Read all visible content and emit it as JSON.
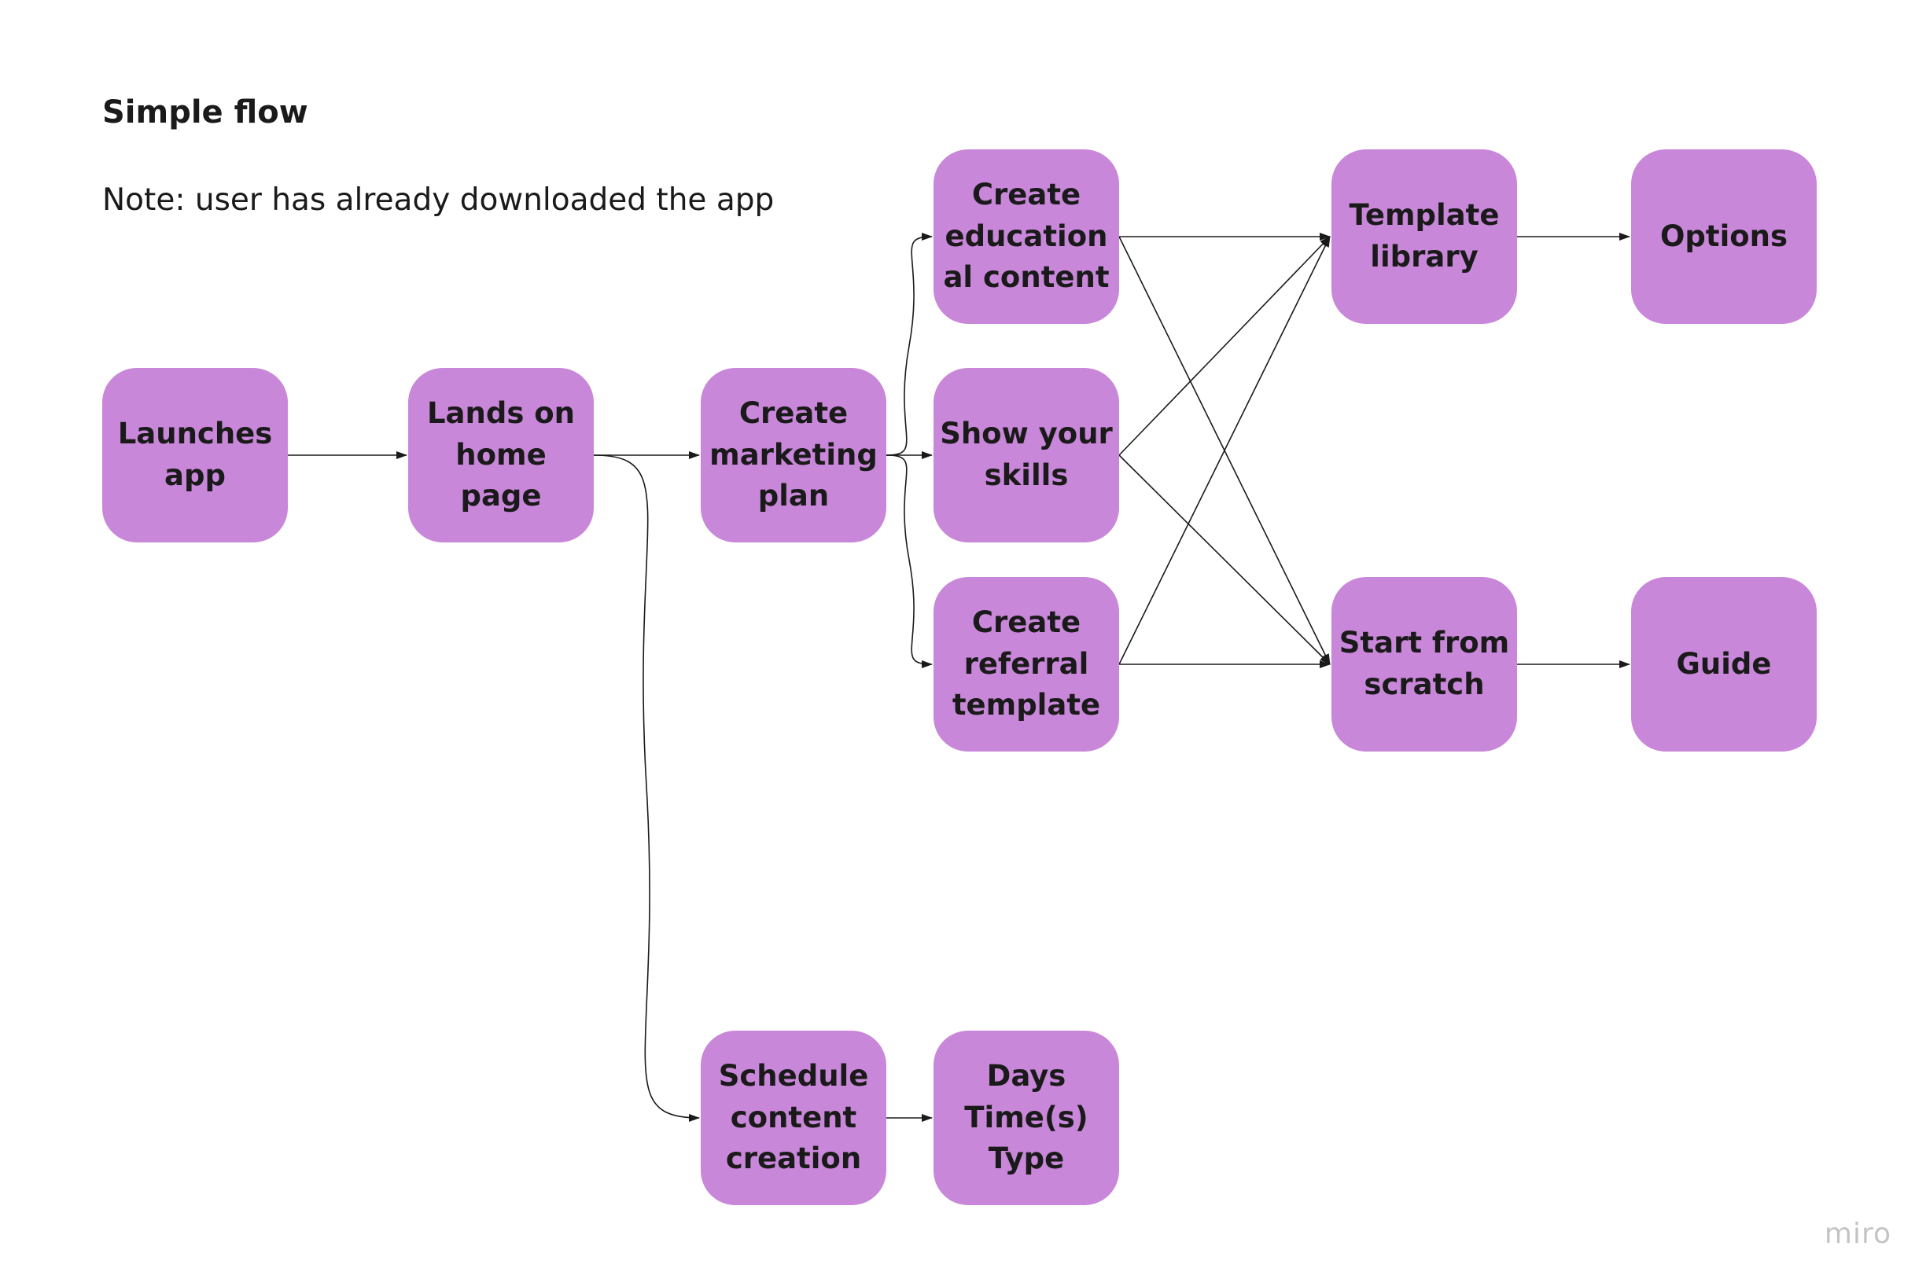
{
  "title": "Simple flow",
  "note": "Note: user has already downloaded the app",
  "colors": {
    "node_fill": "#c987d9",
    "edge": "#1a1a1a",
    "text": "#1a1a1a"
  },
  "nodes": {
    "launches": "Launches\napp",
    "home": "Lands on\nhome\npage",
    "marketing": "Create\nmarketing\nplan",
    "education": "Create\neducation\nal content",
    "skills": "Show your\nskills",
    "referral": "Create\nreferral\ntemplate",
    "template_library": "Template\nlibrary",
    "scratch": "Start from\nscratch",
    "options": "Options",
    "guide": "Guide",
    "schedule": "Schedule\ncontent\ncreation",
    "days": "Days\nTime(s)\nType"
  },
  "edges": [
    [
      "launches",
      "home"
    ],
    [
      "home",
      "marketing"
    ],
    [
      "home",
      "schedule"
    ],
    [
      "marketing",
      "education"
    ],
    [
      "marketing",
      "skills"
    ],
    [
      "marketing",
      "referral"
    ],
    [
      "education",
      "template_library"
    ],
    [
      "education",
      "scratch"
    ],
    [
      "skills",
      "template_library"
    ],
    [
      "skills",
      "scratch"
    ],
    [
      "referral",
      "template_library"
    ],
    [
      "referral",
      "scratch"
    ],
    [
      "template_library",
      "options"
    ],
    [
      "scratch",
      "guide"
    ],
    [
      "schedule",
      "days"
    ]
  ],
  "watermark": "miro"
}
